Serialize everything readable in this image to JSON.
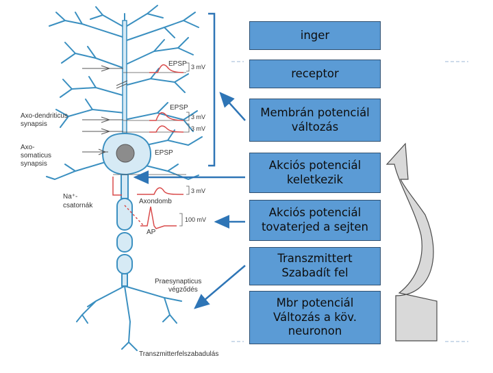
{
  "neuron_labels": {
    "epsp": "EPSP",
    "mv3": "3 mV",
    "mv100": "100 mV",
    "axo_dendriticus": "Axo-dendriticus",
    "synapsis": "synapsis",
    "axo": "Axo-",
    "somaticus": "somaticus",
    "na_channels": "Na⁺-",
    "csatornak": "csatornák",
    "axondomb": "Axondomb",
    "ap": "AP",
    "praesynapticus": "Praesynapticus",
    "vegzodes": "végződés",
    "transzmitter": "Transzmitterfelszabadulás"
  },
  "steps": [
    "inger",
    "receptor",
    "Membrán potenciál\nváltozás",
    "Akciós potenciál\nkeletkezik",
    "Akciós potenciál\ntovaterjed a sejten",
    "Transzmittert\nSzabadít fel",
    "Mbr potenciál\nVáltozás a köv.\nneuronon"
  ],
  "colors": {
    "box_fill": "#5b9bd5",
    "arrow": "#2e75b6",
    "neuron_outline": "#3a8fc0",
    "neuron_fill": "#d6eaf5",
    "curve_trace": "#d94a4a",
    "cycle_arrow": "#d9d9d9"
  }
}
